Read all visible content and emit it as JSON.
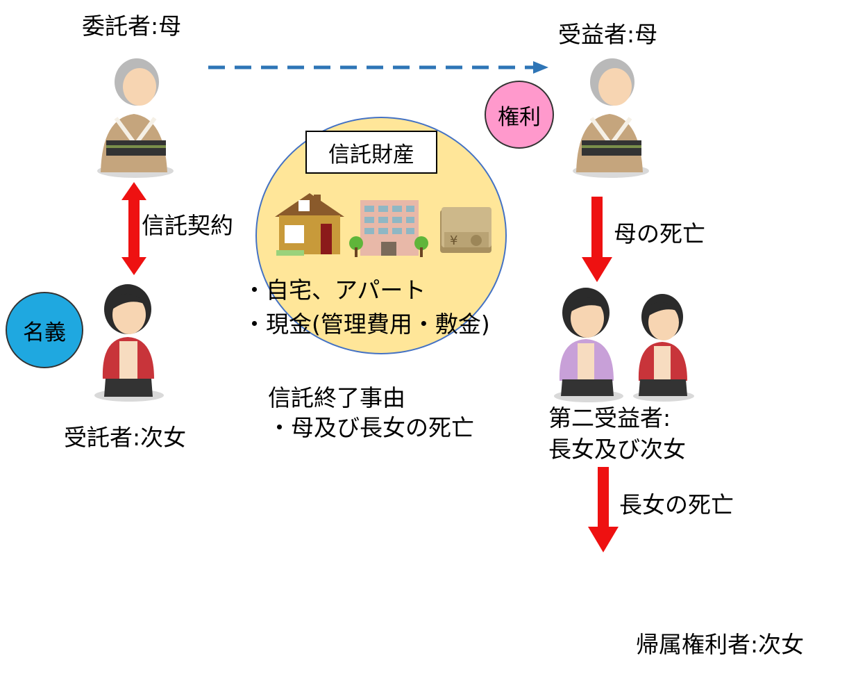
{
  "labels": {
    "settlor": "委託者:母",
    "beneficiary": "受益者:母",
    "trustee": "受託者:次女",
    "second_beneficiary_line1": "第二受益者:",
    "second_beneficiary_line2": "長女及び次女",
    "final_right_holder": "帰属権利者:次女"
  },
  "badges": {
    "right": "権利",
    "name": "名義"
  },
  "arrows": {
    "trust_contract": "信託契約",
    "mother_death": "母の死亡",
    "eldest_death": "長女の死亡"
  },
  "trust_property": {
    "title": "信託財産",
    "item1": "・自宅、アパート",
    "item2": "・現金(管理費用・敷金)"
  },
  "termination": {
    "title": "信託終了事由",
    "item1": "・母及び長女の死亡"
  },
  "colors": {
    "red_arrow": "#ee1111",
    "blue_dashed": "#2e75b6",
    "circle_fill": "#ffe699",
    "pink_badge": "#ff99cc",
    "blue_badge": "#1fa8e0"
  }
}
